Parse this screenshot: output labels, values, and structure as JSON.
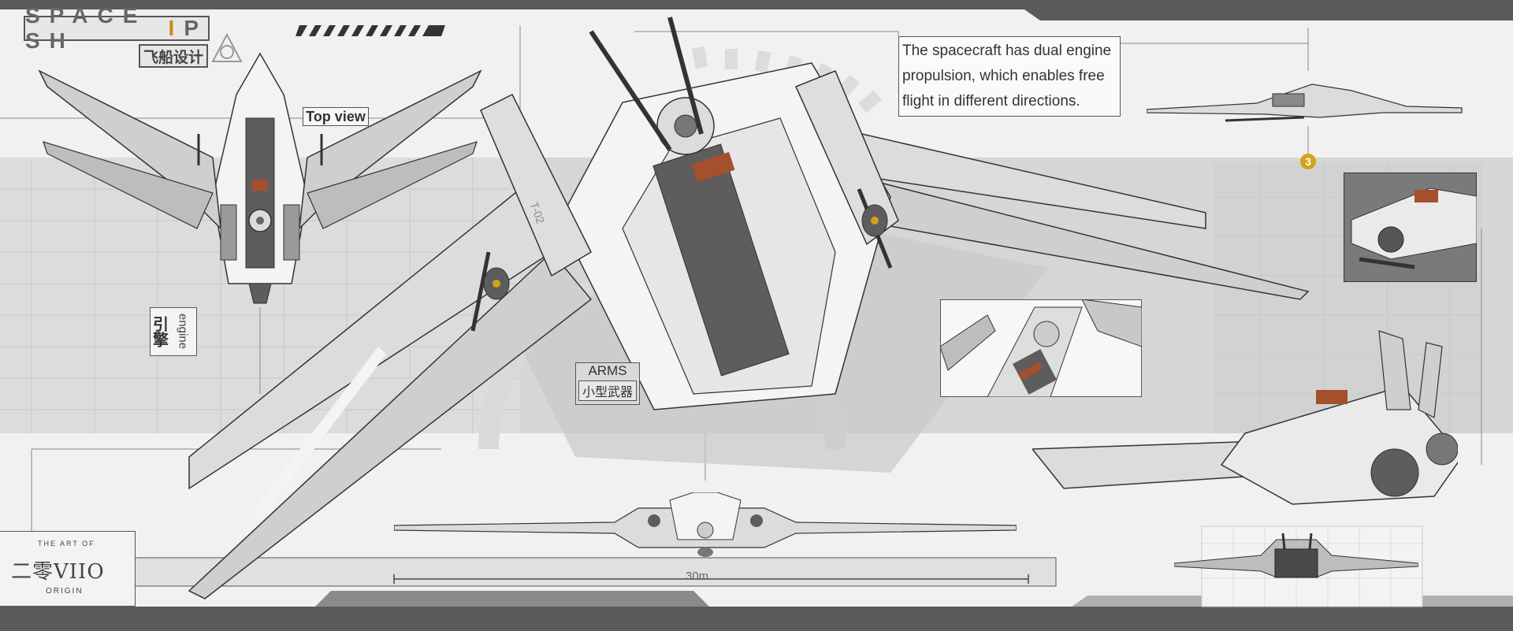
{
  "header": {
    "title_prefix": "SPACE SH",
    "title_accent": "I",
    "title_suffix": "P",
    "subtitle_zh": "飞船设计",
    "accent_color": "#c98b12"
  },
  "labels": {
    "top_view": "Top view",
    "description": "The spacecraft has dual engine propulsion, which enables free flight in different directions.",
    "engine_zh": "引擎",
    "engine_en": "engine",
    "arms_en": "ARMS",
    "arms_zh": "小型武器",
    "hull_marking": "T-02",
    "callout_number": "3",
    "scale": "30m"
  },
  "logo": {
    "line1": "THE ART OF",
    "line2": "二零VIIO",
    "line3": "ORIGIN"
  },
  "colors": {
    "background": "#f1f1f1",
    "dark_bar": "#5a5a5a",
    "hull_light": "#f4f4f4",
    "hull_mid": "#b8b8b8",
    "hull_dark": "#5d5d5d",
    "orange_detail": "#a4502d",
    "gold_badge": "#d4a217"
  }
}
